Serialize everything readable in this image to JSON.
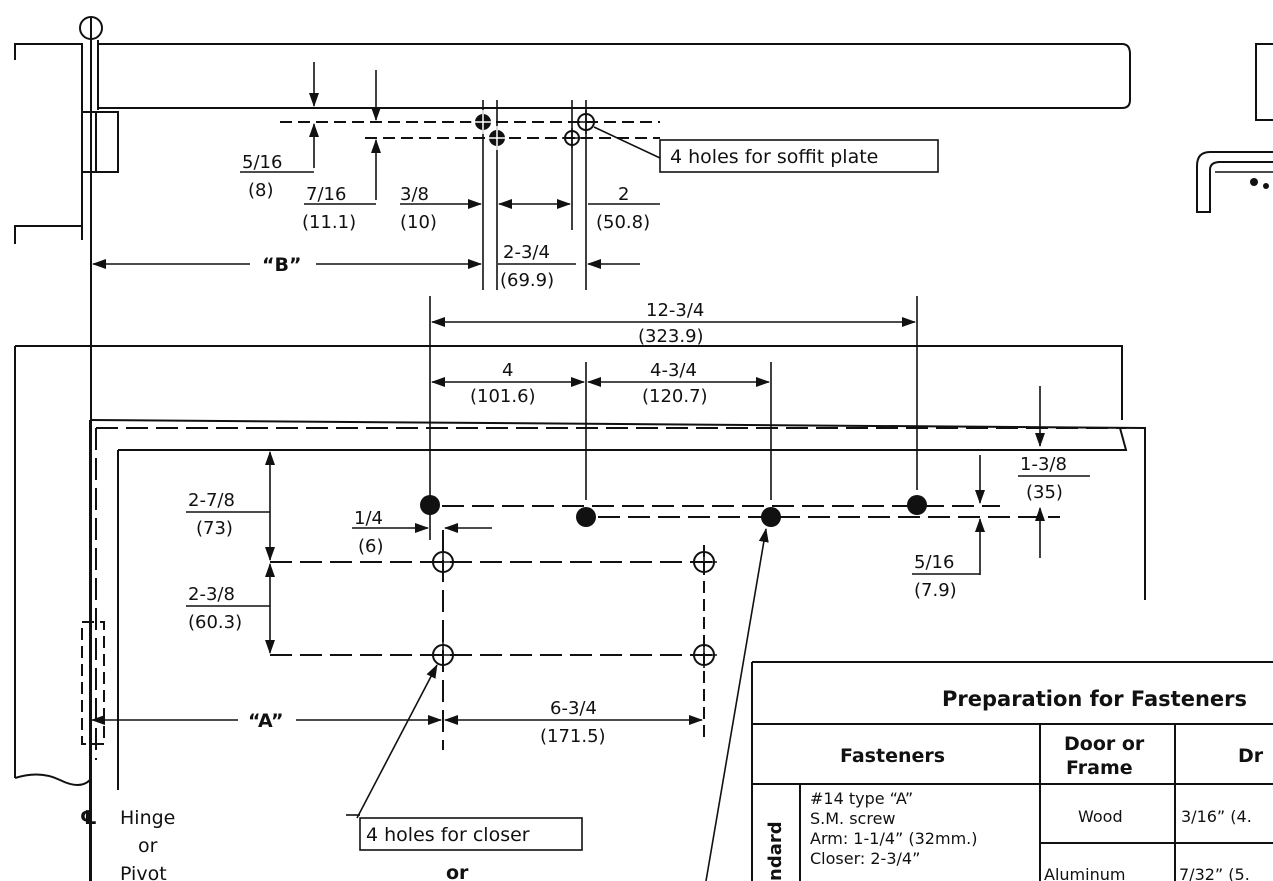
{
  "soffit": {
    "callout": "4 holes for soffit plate",
    "dim_5_16_frac": "5/16",
    "dim_5_16_mm": "(8)",
    "dim_7_16_frac": "7/16",
    "dim_7_16_mm": "(11.1)",
    "dim_3_8_frac": "3/8",
    "dim_3_8_mm": "(10)",
    "dim_2_frac": "2",
    "dim_2_mm": "(50.8)",
    "dim_2_3_4_frac": "2-3/4",
    "dim_2_3_4_mm": "(69.9)",
    "label_b": "“B”"
  },
  "door": {
    "dim_12_3_4_frac": "12-3/4",
    "dim_12_3_4_mm": "(323.9)",
    "dim_4_frac": "4",
    "dim_4_mm": "(101.6)",
    "dim_4_3_4_frac": "4-3/4",
    "dim_4_3_4_mm": "(120.7)",
    "dim_1_3_8_frac": "1-3/8",
    "dim_1_3_8_mm": "(35)",
    "dim_2_7_8_frac": "2-7/8",
    "dim_2_7_8_mm": "(73)",
    "dim_1_4_frac": "1/4",
    "dim_1_4_mm": "(6)",
    "dim_5_16_frac": "5/16",
    "dim_5_16_mm": "(7.9)",
    "dim_2_3_8_frac": "2-3/8",
    "dim_2_3_8_mm": "(60.3)",
    "dim_6_3_4_frac": "6-3/4",
    "dim_6_3_4_mm": "(171.5)",
    "label_a": "“A”",
    "closer_callout": "4 holes for closer",
    "or_text": "or",
    "hinge_symbol": "℄",
    "hinge_line1": "Hinge",
    "hinge_line2": "or",
    "hinge_line3": "Pivot"
  },
  "table": {
    "title": "Preparation for Fasteners",
    "col_fasteners": "Fasteners",
    "col_door_frame_line1": "Door or",
    "col_door_frame_line2": "Frame",
    "col_drill_partial": "Dr",
    "row_group_label": "ndard",
    "fastener_line1": "#14 type “A”",
    "fastener_line2": "S.M. screw",
    "fastener_line3": "Arm: 1-1/4” (32mm.)",
    "fastener_line4": "Closer: 2-3/4”",
    "row1_material": "Wood",
    "row1_drill": "3/16” (4.",
    "row2_material": "Aluminum",
    "row2_drill": "7/32” (5."
  }
}
